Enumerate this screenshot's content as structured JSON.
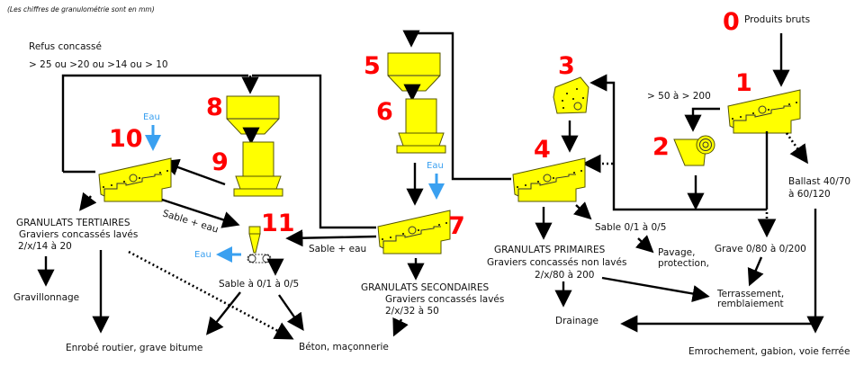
{
  "note": "(Les chiffres de granulométrie sont en mm)",
  "colors": {
    "number": "#ff0000",
    "machine": "#ffff00",
    "water": "#3aa0f0",
    "line": "#000000"
  },
  "machines": [
    {
      "id": "0",
      "name": "produits-bruts",
      "label": "Produits bruts"
    },
    {
      "id": "1",
      "name": "primary-screen"
    },
    {
      "id": "2",
      "name": "primary-crusher"
    },
    {
      "id": "3",
      "name": "secondary-crusher"
    },
    {
      "id": "4",
      "name": "screen-4"
    },
    {
      "id": "5",
      "name": "hopper-5"
    },
    {
      "id": "6",
      "name": "crusher-6"
    },
    {
      "id": "7",
      "name": "washing-screen-7"
    },
    {
      "id": "8",
      "name": "hopper-8"
    },
    {
      "id": "9",
      "name": "crusher-9"
    },
    {
      "id": "10",
      "name": "washing-screen-10"
    },
    {
      "id": "11",
      "name": "sand-classifier-11"
    }
  ],
  "labels": {
    "refus_title": "Refus concassé",
    "refus_sizes": "> 25 ou >20 ou >14 ou > 10",
    "oversize": "> 50 à > 200",
    "ballast_1": "Ballast 40/70",
    "ballast_2": "à 60/120",
    "sable_4": "Sable 0/1 à 0/5",
    "pavage_1": "Pavage,",
    "pavage_2": "protection,",
    "grave": "Grave 0/80 à 0/200",
    "terrassement_1": "Terrassement,",
    "terrassement_2": "remblaiement",
    "emrochement": "Emrochement, gabion, voie ferrée",
    "drainage": "Drainage",
    "primaires_1": "GRANULATS PRIMAIRES",
    "primaires_2": "Graviers concassés non lavés",
    "primaires_3": "2/x/80 à 200",
    "secondaires_1": "GRANULATS SECONDAIRES",
    "secondaires_2": "Graviers concassés lavés",
    "secondaires_3": "2/x/32 à 50",
    "tertiaires_1": "GRANULATS TERTIAIRES",
    "tertiaires_2": "Graviers concassés lavés",
    "tertiaires_3": "2/x/14 à 20",
    "gravillonnage": "Gravillonnage",
    "enrobe": "Enrobé routier, grave bitume",
    "beton": "Béton, maçonnerie",
    "sable_11": "Sable à 0/1 à 0/5",
    "sable_eau_1": "Sable + eau",
    "sable_eau_2": "Sable + eau",
    "eau": "Eau"
  }
}
